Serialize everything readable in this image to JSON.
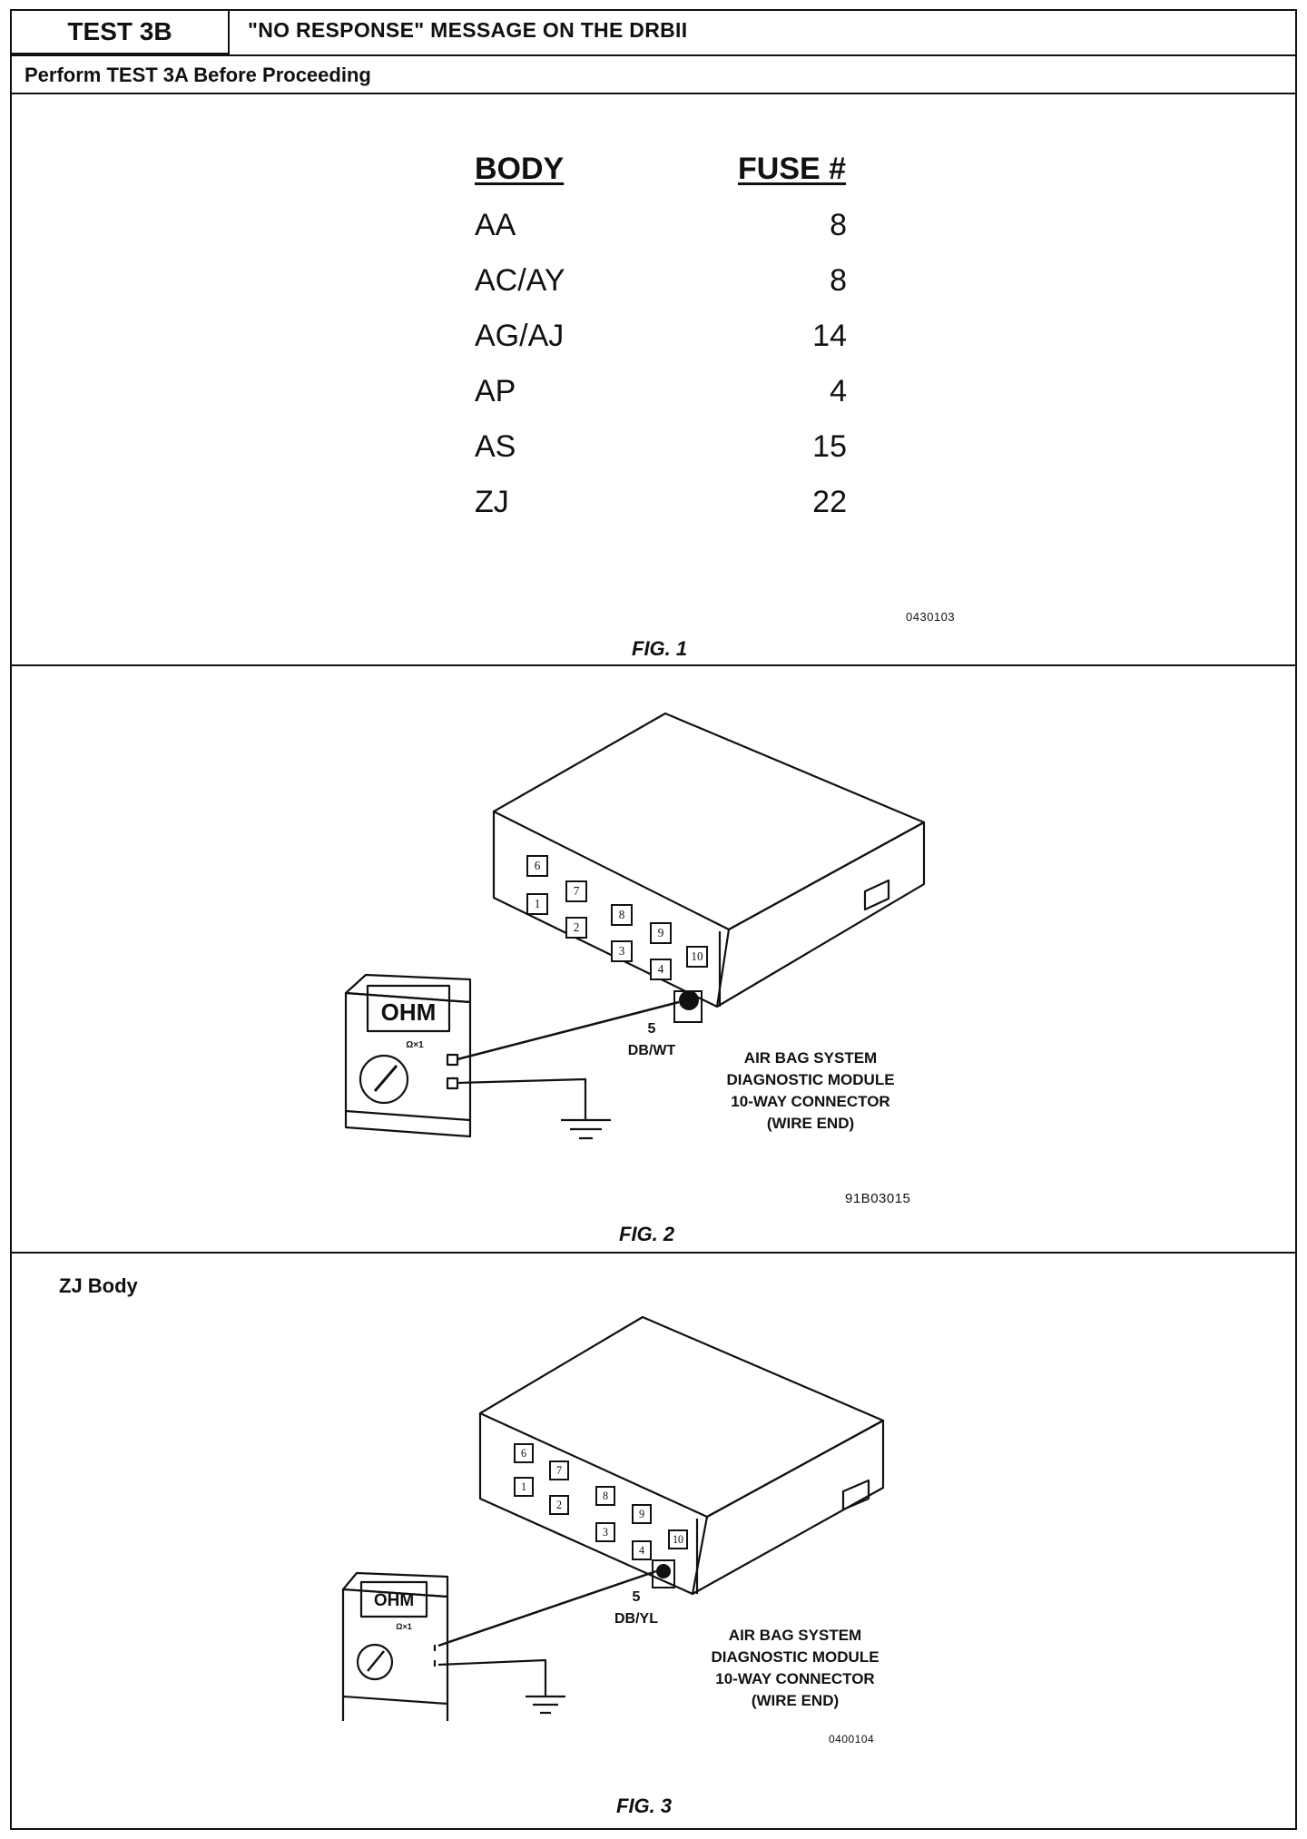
{
  "header": {
    "test_label": "TEST 3B",
    "title": "\"NO RESPONSE\" MESSAGE ON THE DRBII",
    "subtitle": "Perform TEST 3A Before Proceeding"
  },
  "fig1": {
    "columns": [
      "BODY",
      "FUSE #"
    ],
    "rows": [
      {
        "body": "AA",
        "fuse": "8"
      },
      {
        "body": "AC/AY",
        "fuse": "8"
      },
      {
        "body": "AG/AJ",
        "fuse": "14"
      },
      {
        "body": "AP",
        "fuse": "4"
      },
      {
        "body": "AS",
        "fuse": "15"
      },
      {
        "body": "ZJ",
        "fuse": "22"
      }
    ],
    "code": "0430103",
    "caption": "FIG. 1"
  },
  "fig2": {
    "pins": [
      "6",
      "7",
      "1",
      "2",
      "8",
      "9",
      "3",
      "4",
      "10"
    ],
    "meter_display": "OHM",
    "meter_range": "Ω×1",
    "pin_label": "5",
    "wire_label": "DB/WT",
    "connector_label": [
      "AIR BAG SYSTEM",
      "DIAGNOSTIC MODULE",
      "10-WAY CONNECTOR",
      "(WIRE END)"
    ],
    "code": "91B03015",
    "caption": "FIG. 2"
  },
  "fig3": {
    "side_label": "ZJ  Body",
    "pins": [
      "6",
      "7",
      "1",
      "2",
      "8",
      "9",
      "3",
      "4",
      "10"
    ],
    "meter_display": "OHM",
    "meter_range": "Ω×1",
    "pin_label": "5",
    "wire_label": "DB/YL",
    "connector_label": [
      "AIR BAG SYSTEM",
      "DIAGNOSTIC MODULE",
      "10-WAY CONNECTOR",
      "(WIRE END)"
    ],
    "code": "0400104",
    "caption": "FIG. 3"
  }
}
